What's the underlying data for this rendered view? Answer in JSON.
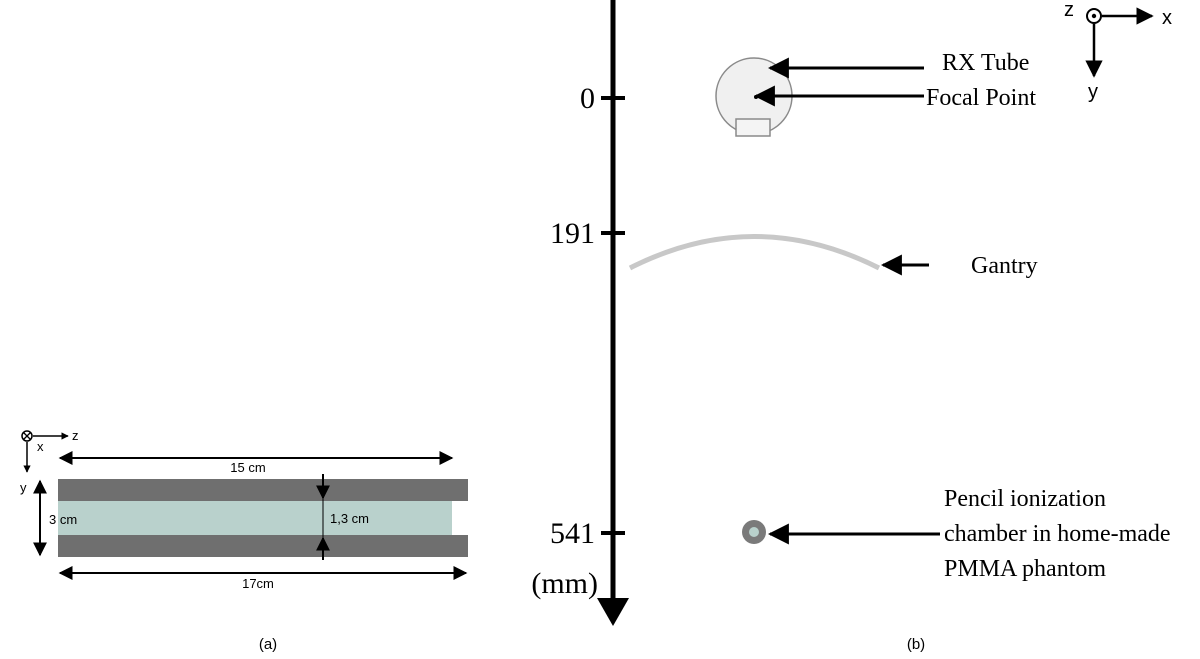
{
  "panel_a": {
    "caption": "(a)",
    "axes": {
      "x": "x",
      "y": "y",
      "z": "z"
    },
    "dims": {
      "inner_length": "15 cm",
      "total_length": "17cm",
      "thickness": "3 cm",
      "gap": "1,3 cm"
    },
    "colors": {
      "slab": "#6f6f6f",
      "inner": "#b9d1cc"
    }
  },
  "panel_b": {
    "caption": "(b)",
    "axis": {
      "ticks": [
        "0",
        "191",
        "541"
      ],
      "unit": "(mm)"
    },
    "labels": {
      "rx_tube": "RX Tube",
      "focal_point": "Focal Point",
      "gantry": "Gantry",
      "chamber_line1": "Pencil ionization",
      "chamber_line2": "chamber in home-made",
      "chamber_line3": "PMMA phantom"
    },
    "coord_axes": {
      "x": "x",
      "y": "y",
      "z": "z"
    },
    "colors": {
      "gantry": "#c8c8c8",
      "tube": "#f0f0f0",
      "chamber": "#7a7a7a"
    }
  }
}
